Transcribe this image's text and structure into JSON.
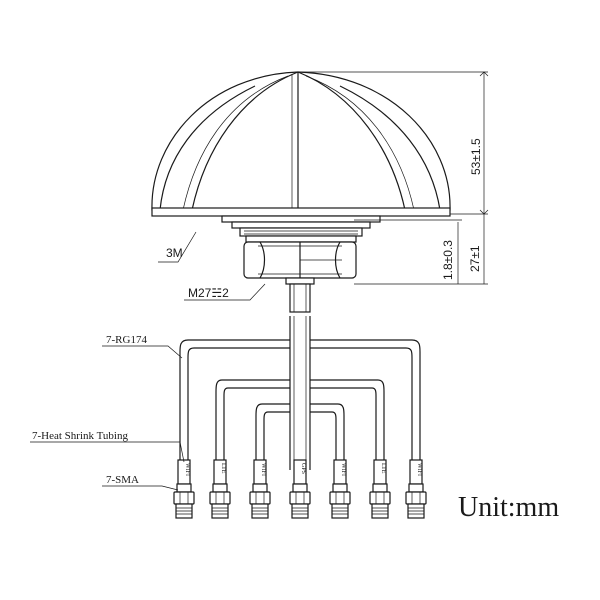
{
  "labels": {
    "adhesive": "3M",
    "thread": "M27☵2",
    "cable": "7-RG174",
    "tubing": "7-Heat Shrink Tubing",
    "connector": "7-SMA"
  },
  "dimensions": {
    "dome_height": "53±1.5",
    "stem_length": "27±1",
    "gap": "1.8±0.3"
  },
  "connectors": [
    "WIFI",
    "LTE",
    "WIFI",
    "GPS",
    "WIFI",
    "LTE",
    "WIFI"
  ],
  "unit": "Unit:mm"
}
